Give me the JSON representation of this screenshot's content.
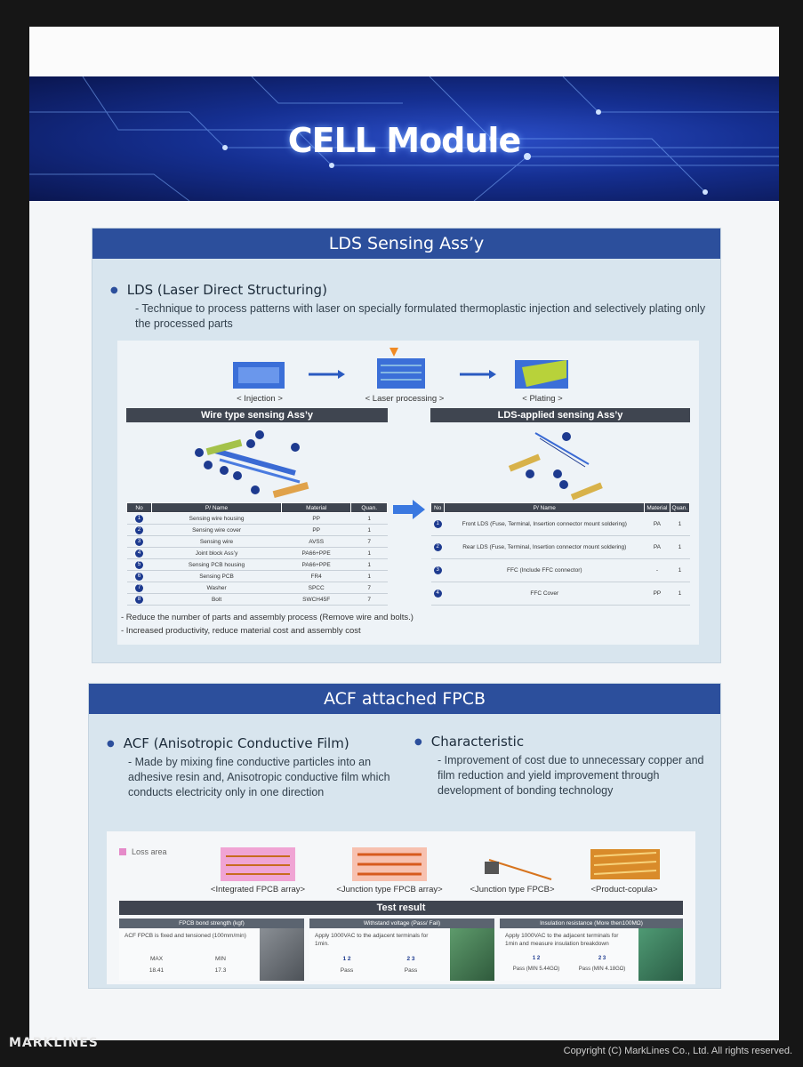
{
  "poster": {
    "title": "CELL Module",
    "colors": {
      "accent": "#2c4f9c",
      "dark_bar": "#3f4550",
      "loss_area": "#e58ac9"
    }
  },
  "lds": {
    "heading": "LDS Sensing Ass’y",
    "bullet": "LDS (Laser Direct Structuring)",
    "description": "- Technique to process patterns with laser on specially formulated thermoplastic injection and selectively plating only the processed parts",
    "steps": [
      "< Injection >",
      "< Laser processing >",
      "< Plating >"
    ],
    "wire_type_title": "Wire type sensing Ass’y",
    "lds_applied_title": "LDS-applied sensing Ass’y",
    "wire_table": {
      "headers": [
        "No",
        "P/ Name",
        "Material",
        "Quan."
      ],
      "rows": [
        [
          "1",
          "Sensing wire housing",
          "PP",
          "1"
        ],
        [
          "2",
          "Sensing wire cover",
          "PP",
          "1"
        ],
        [
          "3",
          "Sensing wire",
          "AVSS",
          "7"
        ],
        [
          "4",
          "Joint block Ass’y",
          "PA66+PPE",
          "1"
        ],
        [
          "5",
          "Sensing PCB housing",
          "PA66+PPE",
          "1"
        ],
        [
          "6",
          "Sensing PCB",
          "FR4",
          "1"
        ],
        [
          "7",
          "Washer",
          "SPCC",
          "7"
        ],
        [
          "8",
          "Bolt",
          "SWCH45F",
          "7"
        ]
      ]
    },
    "lds_table": {
      "headers": [
        "No",
        "P/ Name",
        "Material",
        "Quan."
      ],
      "rows": [
        [
          "1",
          "Front LDS (Fuse, Terminal, Insertion connector mount soldering)",
          "PA",
          "1"
        ],
        [
          "2",
          "Rear LDS (Fuse, Terminal, Insertion connector mount soldering)",
          "PA",
          "1"
        ],
        [
          "3",
          "FFC (Include FFC connector)",
          "-",
          "1"
        ],
        [
          "4",
          "FFC Cover",
          "PP",
          "1"
        ]
      ]
    },
    "notes": [
      "- Reduce the number of parts and assembly process (Remove wire and bolts.)",
      "- Increased productivity, reduce material cost and assembly cost"
    ]
  },
  "acf": {
    "heading": "ACF attached FPCB",
    "bullet_left": "ACF (Anisotropic Conductive Film)",
    "desc_left": "- Made by mixing fine conductive particles into an adhesive resin and, Anisotropic conductive film which conducts electricity only in one direction",
    "bullet_right": "Characteristic",
    "desc_right": "- Improvement of cost due to unnecessary copper and film reduction and yield improvement through development of bonding technology",
    "legend": "Loss area",
    "items": [
      "<Integrated FPCB array>",
      "<Junction type FPCB array>",
      "<Junction type FPCB>",
      "<Product-copula>"
    ],
    "test_result": "Test result",
    "tests": [
      {
        "header": "FPCB bond strength (kgf)",
        "text": "ACF FPCB is fixed and tensioned (100mm/min)",
        "labels": [
          "MAX",
          "MIN"
        ],
        "values": [
          "18.41",
          "17.3"
        ]
      },
      {
        "header": "Withstand voltage (Pass/ Fail)",
        "text": "Apply 1000VAC to the adjacent terminals for 1min.",
        "labels": [
          "1 2",
          "2 3"
        ],
        "values": [
          "Pass",
          "Pass"
        ]
      },
      {
        "header": "Insulation resistance (More then100MΩ)",
        "text": "Apply 1000VAC to the adjacent terminals for 1min and measure insulation breakdown",
        "labels": [
          "1 2",
          "2 3"
        ],
        "values": [
          "Pass (MIN 5.44GΩ)",
          "Pass (MIN 4.18GΩ)"
        ]
      }
    ]
  },
  "footer": {
    "brand": "MARKLINES",
    "copyright": "Copyright (C) MarkLines Co., Ltd. All rights reserved."
  }
}
